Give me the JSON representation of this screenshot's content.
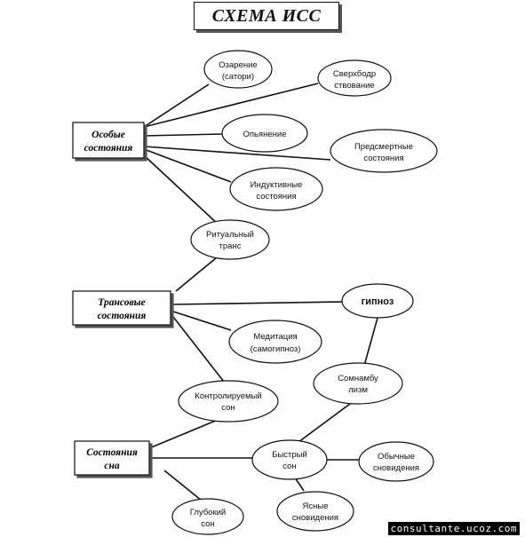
{
  "title": "СХЕМА ИСС",
  "groups": {
    "special": [
      "Особые",
      "состояния"
    ],
    "trance": [
      "Трансовые",
      "состояния"
    ],
    "sleep": [
      "Состояния",
      "сна"
    ]
  },
  "nodes": {
    "satori": [
      "Озарение",
      "(сатори)"
    ],
    "supercourage": [
      "Сверхбодр",
      "ствование"
    ],
    "intoxication": [
      "Опьянение"
    ],
    "near_death": [
      "Предсмертные",
      "состояния"
    ],
    "induced": [
      "Индуктивные",
      "состояния"
    ],
    "ritual_trance": [
      "Ритуальный",
      "транс"
    ],
    "hypnosis": [
      "гипноз"
    ],
    "meditation": [
      "Медитация",
      "(самогипноз)"
    ],
    "somnambulism": [
      "Сомнамбу",
      "лизм"
    ],
    "controlled_sleep": [
      "Контролируемый",
      "сон"
    ],
    "rem_sleep": [
      "Быстрый",
      "сон"
    ],
    "ordinary_dreams": [
      "Обычные",
      "сновидения"
    ],
    "deep_sleep": [
      "Глубокий",
      "сон"
    ],
    "lucid_dreams": [
      "Ясные",
      "сновидения"
    ]
  },
  "watermark": "consultante.ucoz.com",
  "colors": {
    "line": "#111111",
    "box_shadow": "#555555",
    "background": "#ffffff"
  }
}
